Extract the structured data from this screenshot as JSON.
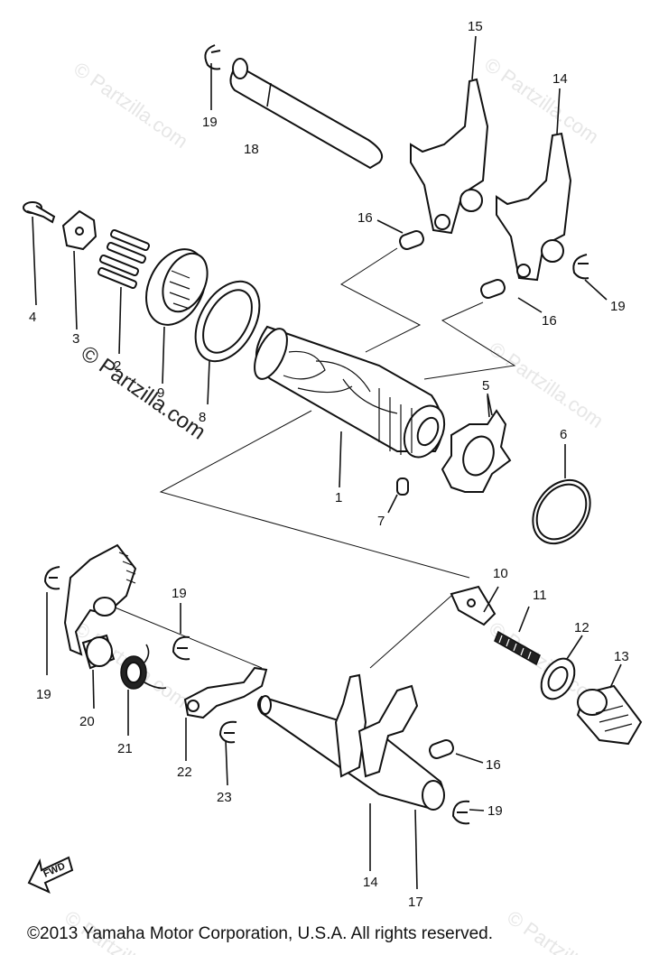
{
  "watermark": {
    "text": "© Partzilla.com",
    "main_text": "© Partzilla.com"
  },
  "callouts": {
    "c1": "1",
    "c2": "2",
    "c3": "3",
    "c4": "4",
    "c5": "5",
    "c6": "6",
    "c7": "7",
    "c8": "8",
    "c9": "9",
    "c10": "10",
    "c11": "11",
    "c12": "12",
    "c13": "13",
    "c14a": "14",
    "c14b": "14",
    "c15": "15",
    "c16a": "16",
    "c16b": "16",
    "c16c": "16",
    "c17": "17",
    "c18": "18",
    "c19a": "19",
    "c19b": "19",
    "c19c": "19",
    "c19d": "19",
    "c19e": "19",
    "c20": "20",
    "c21": "21",
    "c22": "22",
    "c23": "23"
  },
  "fwd_label": "FWD",
  "copyright": "©2013  Yamaha Motor Corporation, U.S.A. All rights reserved."
}
